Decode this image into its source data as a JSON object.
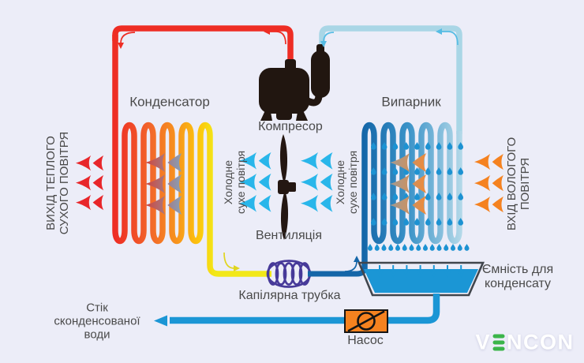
{
  "title": "Dehumidifier working principle diagram",
  "labels": {
    "condenser": "Конденсатор",
    "evaporator": "Випарник",
    "compressor": "Компресор",
    "ventilation": "Вентиляція",
    "capillary_tube": "Капілярна трубка",
    "condensate_tank_line1": "Ємність для",
    "condensate_tank_line2": "конденсату",
    "pump": "Насос",
    "drain_line1": "Стік",
    "drain_line2": "сконденсованої",
    "drain_line3": "води",
    "warm_air_out_line1": "ВИХІД ТЕПЛОГО",
    "warm_air_out_line2": "СУХОГО ПОВІТРЯ",
    "humid_air_in_line1": "ВХІД ВОЛОГОГО",
    "humid_air_in_line2": "ПОВІТРЯ",
    "cold_air_line1": "Холодне",
    "cold_air_line2": "сухе повітря"
  },
  "brand": {
    "first": "V",
    "rest": "NCON",
    "name": "VENCON"
  },
  "icons": {
    "compressor": "compressor-icon",
    "fan": "fan-icon",
    "pump": "pump-icon",
    "capillary": "capillary-coil-icon",
    "tank": "condensate-tank-icon",
    "drop": "water-drop-icon",
    "air_arrow": "air-flow-arrow-icon"
  },
  "colors": {
    "background": "#ecedf8",
    "pipe_hot": "#ee2d24",
    "pipe_cold_gas": "#a9d6e6",
    "pipe_liquid": "#1b96d5",
    "pipe_liquid_dark": "#1466a8",
    "condenser_start": "#ee2d24",
    "condenser_mid": "#f7941d",
    "condenser_end": "#f2e818",
    "evaporator_start": "#1466a8",
    "evaporator_mid": "#3b93c8",
    "evaporator_end": "#b9dcea",
    "capillary": "#473a99",
    "compressor_body": "#211610",
    "fan_blade": "#241712",
    "arrow_warm_out": "#e8262a",
    "arrow_humid_in": "#f58220",
    "arrow_cold_air": "#29b6ea",
    "cond_arrow_tail": "#86a0b8",
    "cond_arrow_head": "#d0463c",
    "evap_arrow_tail": "#f08a38",
    "evap_arrow_head": "#a19a92",
    "drop": "#1d92d2",
    "pump_fill": "#f5821f",
    "pump_stroke": "#141414",
    "tank_outline": "#41464d",
    "water": "#1b96d5",
    "flow_cold": "#56bce4",
    "flow_yellow": "#e0d51e",
    "label_text": "#4a4a4a",
    "logo_white": "#ffffff",
    "logo_green": "#3bb54a"
  }
}
